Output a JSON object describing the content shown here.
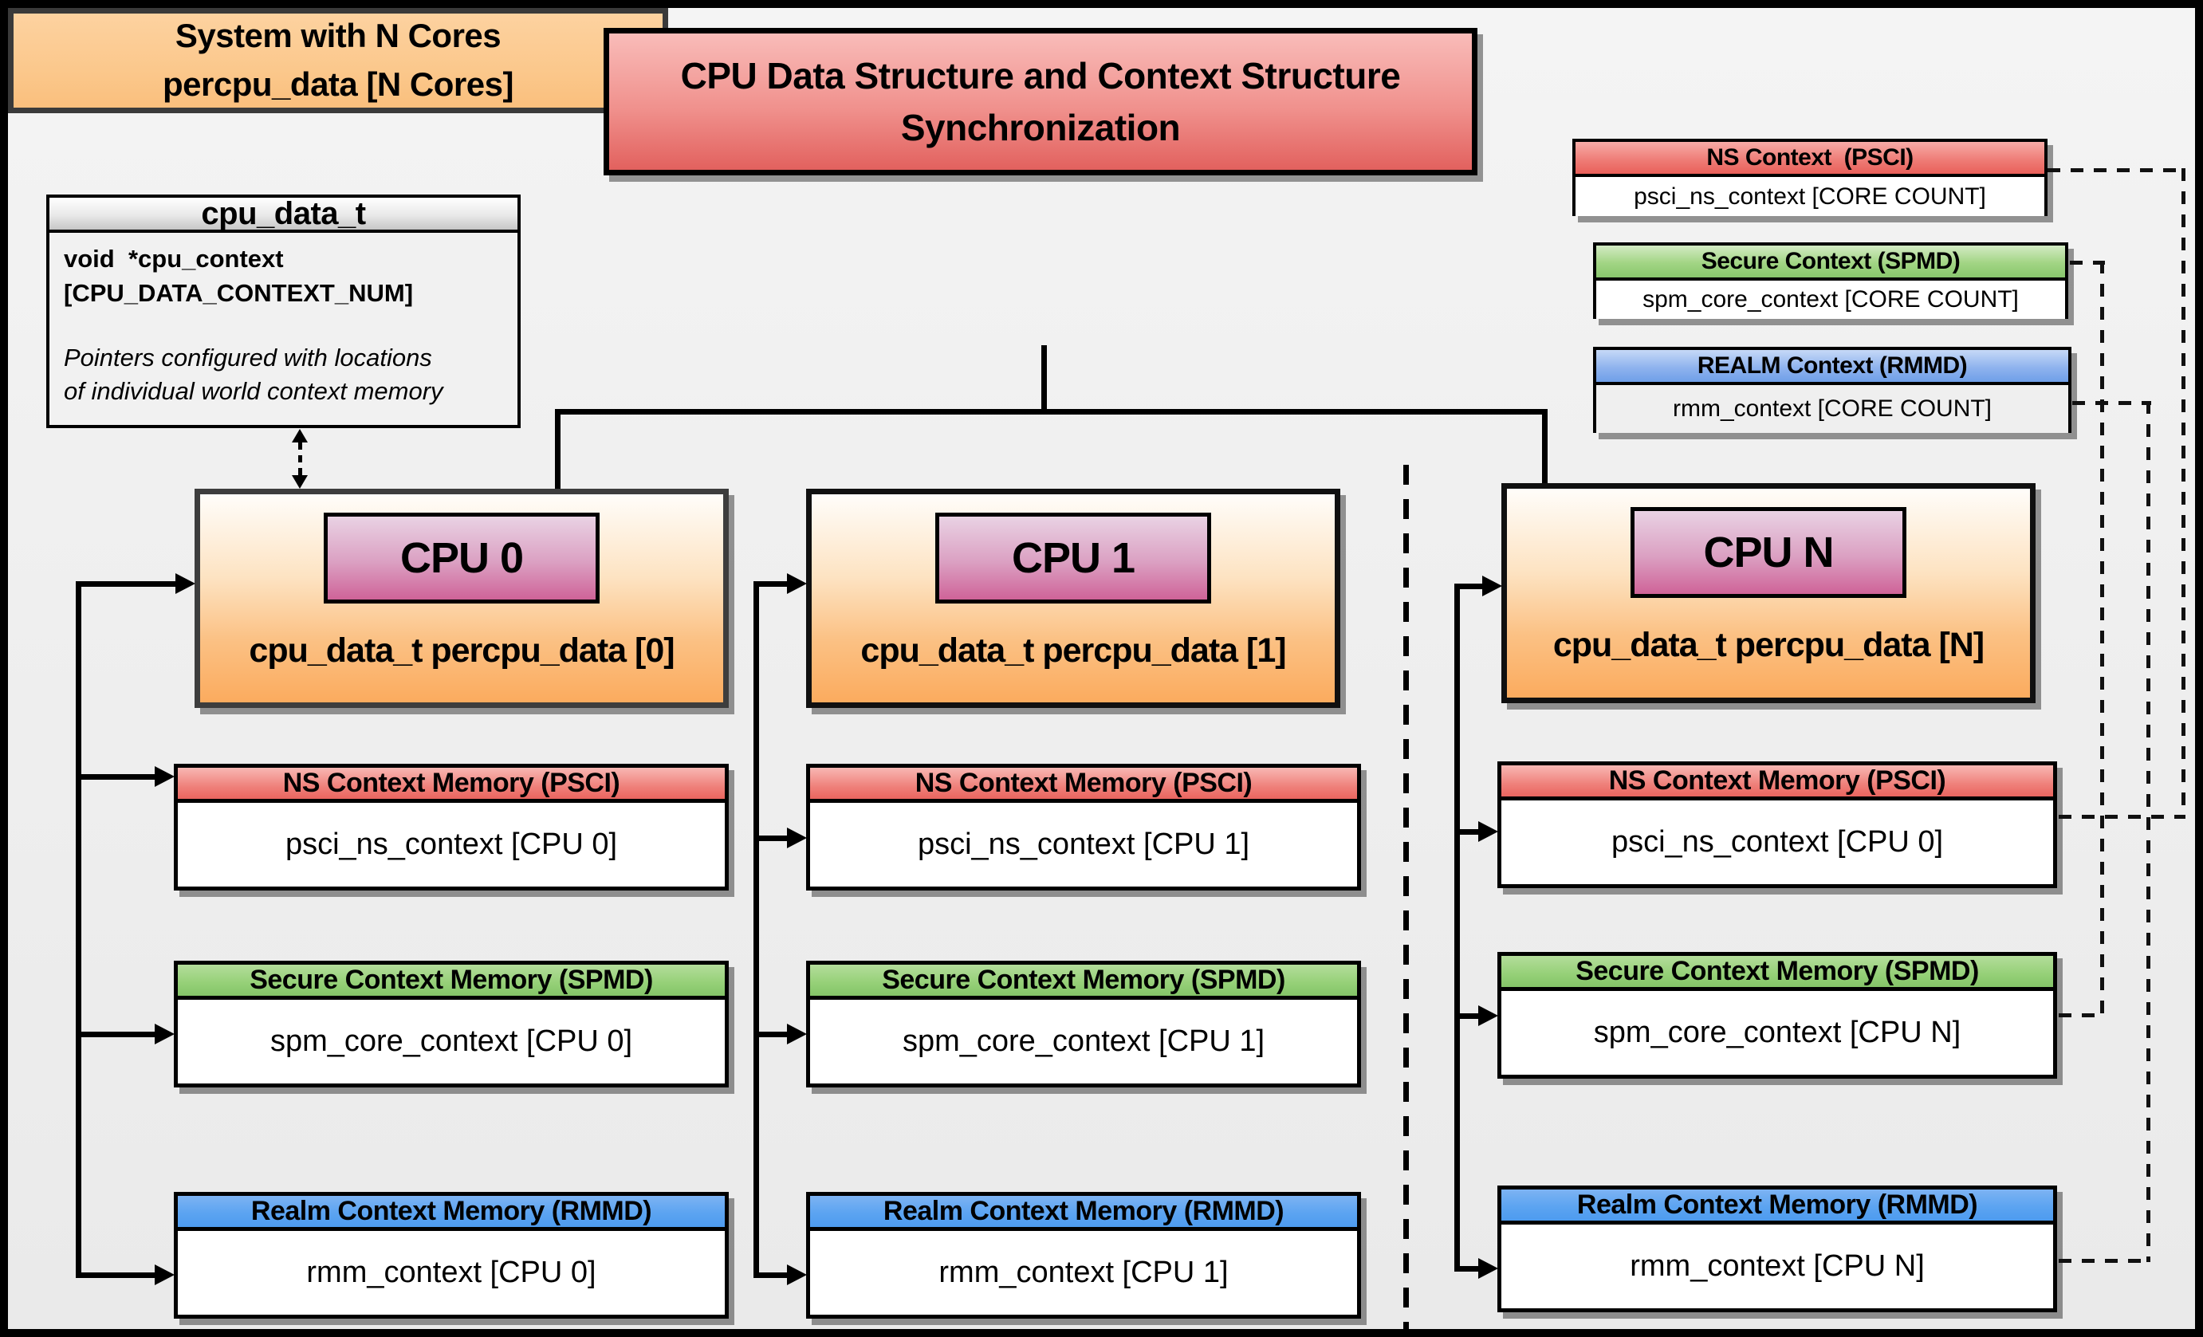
{
  "title": "CPU Data Structure and Context Structure Synchronization",
  "cpu_data_t": {
    "header": "cpu_data_t",
    "field_line1": "void  *cpu_context",
    "field_line2": "[CPU_DATA_CONTEXT_NUM]",
    "note_line1": "Pointers configured with locations",
    "note_line2": "of individual world context memory"
  },
  "system_box": {
    "line1": "System with N Cores",
    "line2": "percpu_data [N Cores]"
  },
  "legend": [
    {
      "header": "NS Context  (PSCI)",
      "body": "psci_ns_context [CORE COUNT]"
    },
    {
      "header": "Secure Context (SPMD)",
      "body": "spm_core_context [CORE COUNT]"
    },
    {
      "header": "REALM Context (RMMD)",
      "body": "rmm_context [CORE COUNT]"
    }
  ],
  "columns": [
    {
      "cpu_label": "CPU 0",
      "data_label": "cpu_data_t percpu_data [0]",
      "ns": {
        "header": "NS Context Memory (PSCI)",
        "body": "psci_ns_context [CPU 0]"
      },
      "secure": {
        "header": "Secure Context Memory (SPMD)",
        "body": "spm_core_context [CPU 0]"
      },
      "realm": {
        "header": "Realm Context Memory (RMMD)",
        "body": "rmm_context [CPU 0]"
      }
    },
    {
      "cpu_label": "CPU 1",
      "data_label": "cpu_data_t percpu_data [1]",
      "ns": {
        "header": "NS Context Memory (PSCI)",
        "body": "psci_ns_context [CPU 1]"
      },
      "secure": {
        "header": "Secure Context Memory (SPMD)",
        "body": "spm_core_context [CPU 1]"
      },
      "realm": {
        "header": "Realm Context Memory (RMMD)",
        "body": "rmm_context [CPU 1]"
      }
    },
    {
      "cpu_label": "CPU N",
      "data_label": "cpu_data_t percpu_data [N]",
      "ns": {
        "header": "NS Context Memory (PSCI)",
        "body": "psci_ns_context [CPU 0]"
      },
      "secure": {
        "header": "Secure Context Memory (SPMD)",
        "body": "spm_core_context [CPU N]"
      },
      "realm": {
        "header": "Realm Context Memory (RMMD)",
        "body": "rmm_context [CPU N]"
      }
    }
  ],
  "colors": {
    "ns_red": "#ea655f",
    "secure_green": "#88c66d",
    "realm_blue": "#4d9bef",
    "cpu_orange": "#fbab5e",
    "cpu_chip_pink": "#cf6398",
    "title_red": "#e2615e",
    "system_orange": "#fbc88c",
    "background": "#efefef"
  }
}
